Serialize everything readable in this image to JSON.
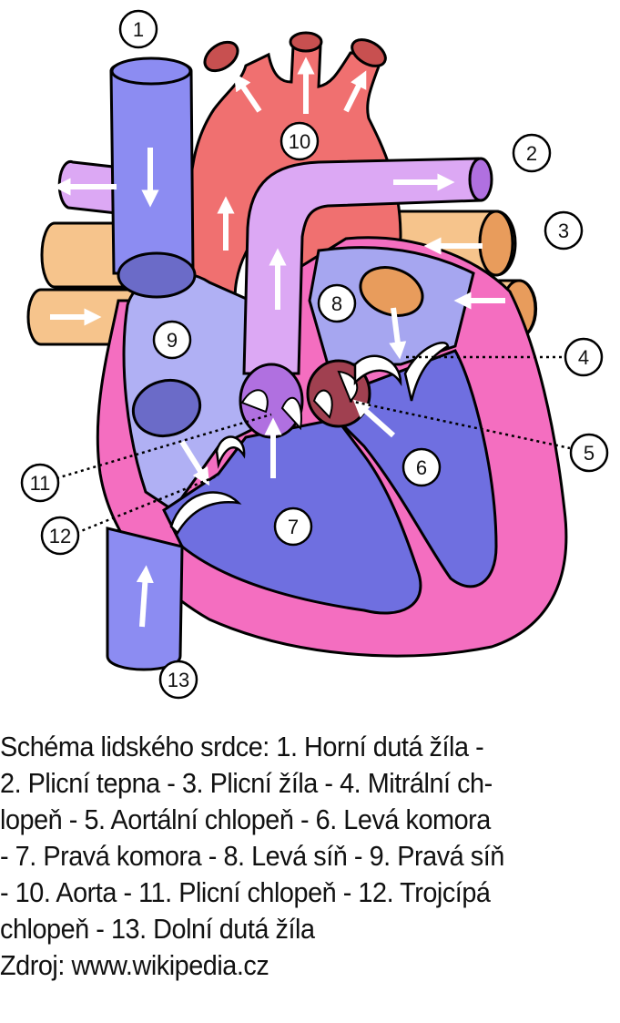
{
  "markers": [
    "1",
    "2",
    "3",
    "4",
    "5",
    "6",
    "7",
    "8",
    "9",
    "10",
    "11",
    "12",
    "13"
  ],
  "caption": {
    "lines": [
      "Schéma lidského srdce: 1. Horní dutá žíla -",
      "2. Plicní tepna - 3. Plicní žíla - 4. Mitrální ch-",
      "lopeň - 5. Aortální chlopeň - 6. Levá komora",
      "- 7. Pravá komora - 8. Levá síň - 9. Pravá síň",
      "- 10. Aorta - 11. Plicní chlopeň - 12. Trojcípá",
      "chlopeň - 13. Dolní dutá žíla"
    ],
    "source": "Zdroj: www.wikipedia.cz"
  },
  "colors": {
    "vena_cava": "#8c8cf2",
    "aorta": "#f07070",
    "pulmonary_artery": "#dca8f4",
    "pulmonary_vein": "#f6c48c",
    "myocardium": "#f46ec0",
    "left_atrium": "#a6a6f0",
    "ventricle": "#6f6fe0",
    "right_atrium": "#b0b0f4"
  }
}
